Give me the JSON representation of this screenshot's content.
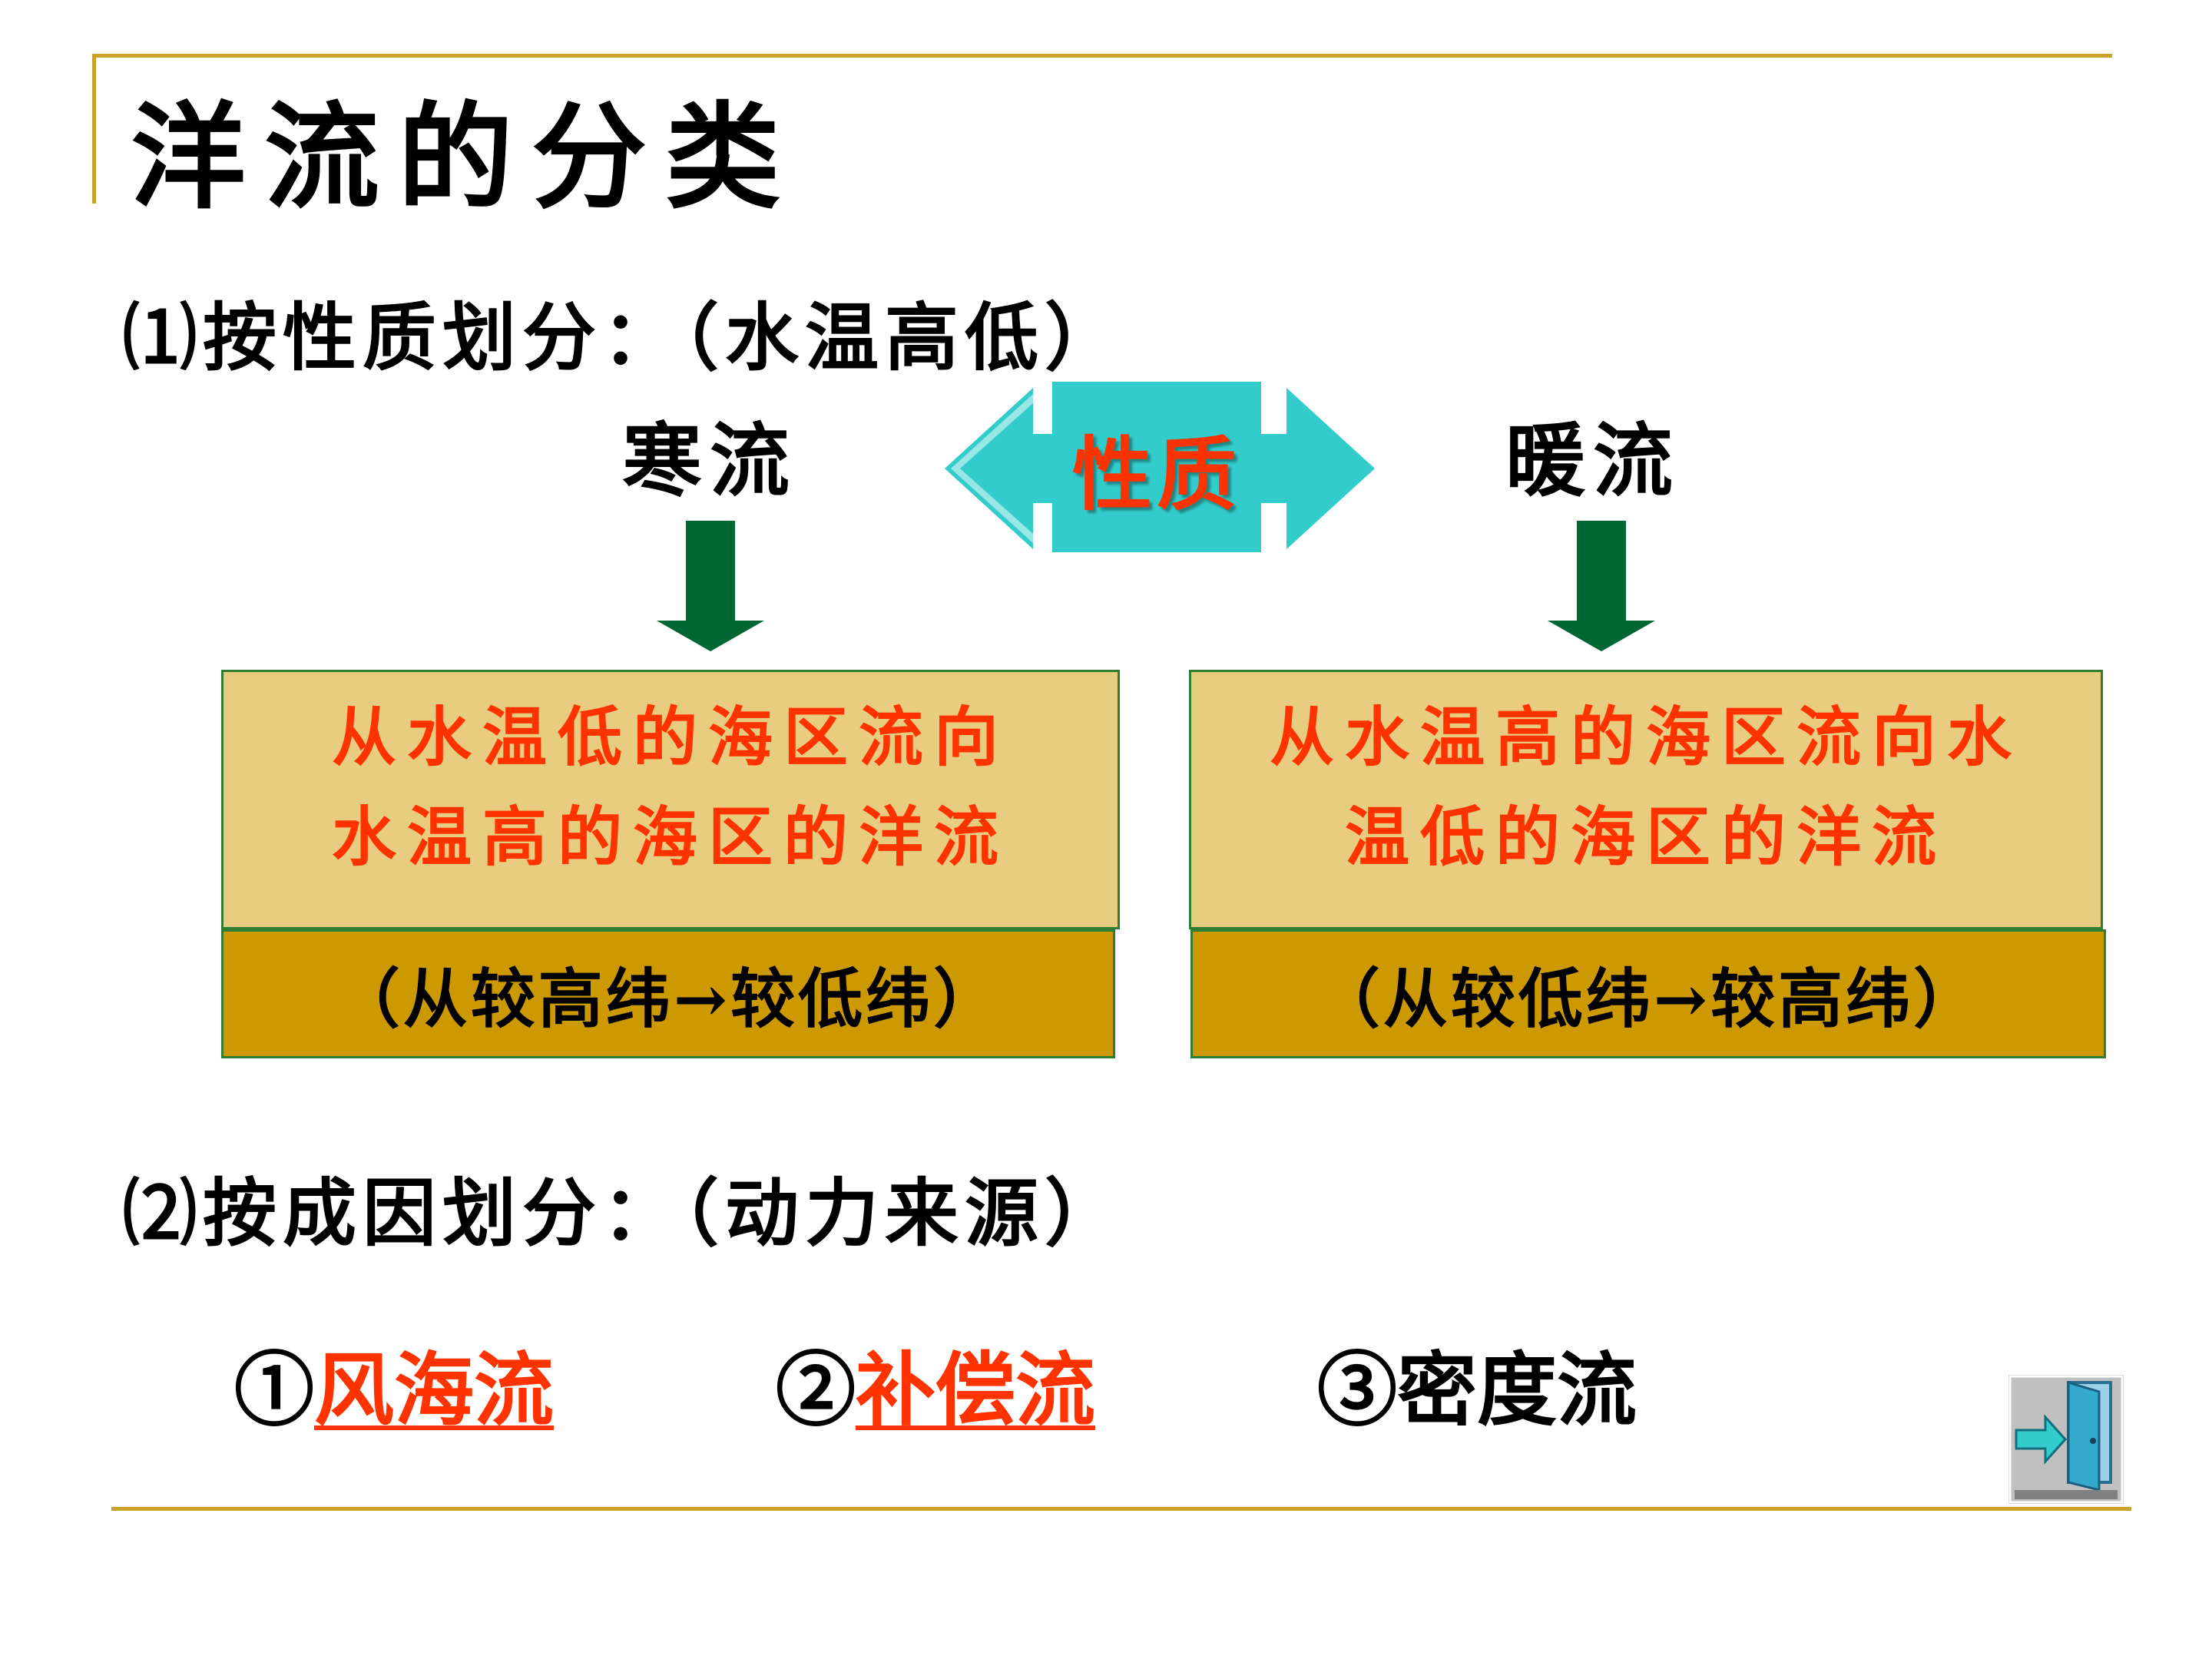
{
  "slide": {
    "title": "洋流的分类"
  },
  "section1": {
    "heading": "⑴按性质划分：（水温高低）",
    "cold_label": "寒流",
    "warm_label": "暖流",
    "center_label": "性质",
    "cold_description": [
      "从水温低的海区流向",
      "水温高的海区的洋流"
    ],
    "warm_description": [
      "从水温高的海区流向水",
      "温低的海区的洋流"
    ],
    "cold_note": "（从较高纬→较低纬）",
    "warm_note": "（从较低纬→较高纬）"
  },
  "section2": {
    "heading": "⑵按成因划分：（动力来源）",
    "types": [
      {
        "number": "①",
        "label": "风海流",
        "linked": true
      },
      {
        "number": "②",
        "label": "补偿流",
        "linked": true
      },
      {
        "number": "③",
        "label": "密度流",
        "linked": false
      }
    ]
  },
  "colors": {
    "accent_red": "#ff3300",
    "box_fill": "#e8cc80",
    "note_fill": "#cc9900",
    "arrow_green": "#006633",
    "center_cyan": "#33cccc",
    "rule_gold": "#c9a227"
  },
  "icons": {
    "exit": "exit-door-icon"
  }
}
